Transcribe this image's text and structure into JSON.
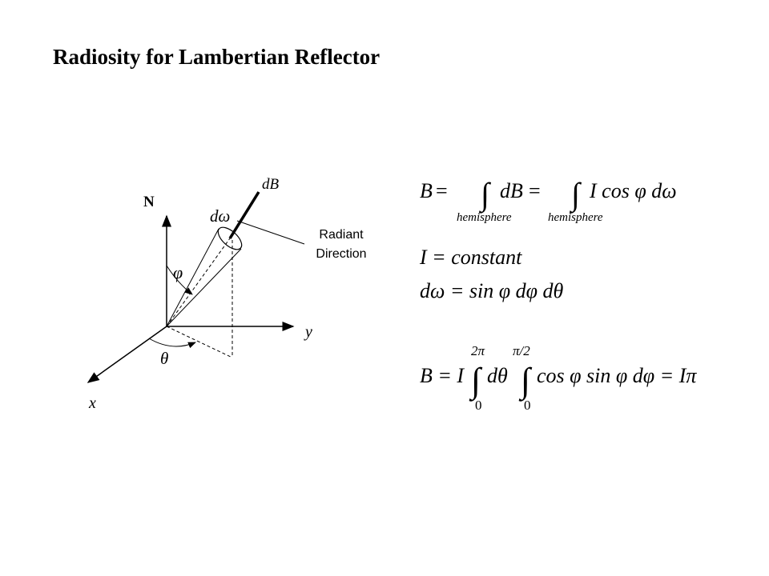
{
  "title": "Radiosity for Lambertian Reflector",
  "diagram": {
    "labels": {
      "n": "N",
      "d_omega": "dω",
      "db": "dB",
      "radiant_line1": "Radiant",
      "radiant_line2": "Direction",
      "phi": "φ",
      "theta": "θ",
      "x": "x",
      "y": "y"
    }
  },
  "equations": {
    "eq1": {
      "lhs": "B",
      "eq1": "=",
      "int1_body": "dB",
      "eq2": "=",
      "int2_body": "I cos φ dω",
      "limit1": "hemisphere",
      "limit2": "hemisphere"
    },
    "eq2": {
      "text": "I = constant"
    },
    "eq3": {
      "text": "dω = sin φ dφ dθ"
    },
    "eq4": {
      "lhs": "B = I",
      "int1_upper": "2π",
      "int1_lower": "0",
      "int1_body": "dθ",
      "int2_upper": "π/2",
      "int2_lower": "0",
      "int2_body": "cos φ sin φ dφ = Iπ"
    }
  }
}
